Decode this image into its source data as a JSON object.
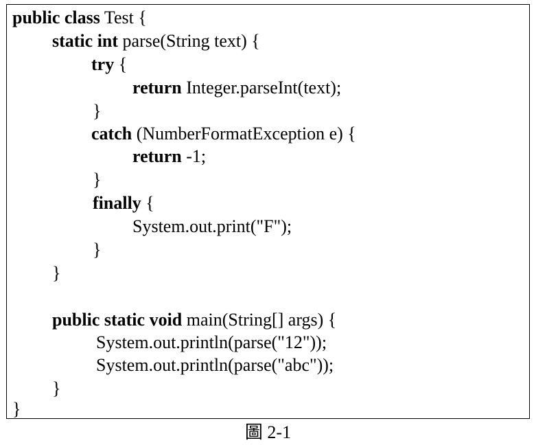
{
  "code_lines": [
    {
      "indent": 0,
      "kw": "public class",
      "rest": " Test {"
    },
    {
      "indent": 1,
      "kw": "static int",
      "rest": " parse(String text) {"
    },
    {
      "indent": 2,
      "kw": "try",
      "rest": " {"
    },
    {
      "indent": 3,
      "kw": "return",
      "rest": " Integer.parseInt(text);"
    },
    {
      "indent": 2,
      "kw": "",
      "rest": "}"
    },
    {
      "indent": 2,
      "kw": "catch",
      "rest": " (NumberFormatException e) {"
    },
    {
      "indent": 3,
      "kw": "return",
      "rest": " -1;"
    },
    {
      "indent": 2,
      "kw": "",
      "rest": "}"
    },
    {
      "indent": 2,
      "kw": "finally",
      "rest": " {"
    },
    {
      "indent": 3,
      "kw": "",
      "rest": "System.out.print(\"F\");"
    },
    {
      "indent": 2,
      "kw": "",
      "rest": "}"
    },
    {
      "indent": 1,
      "kw": "",
      "rest": "}"
    },
    {
      "indent": 1,
      "kw": "",
      "rest": ""
    },
    {
      "indent": 1,
      "kw": "public static void",
      "rest": " main(String[] args) {"
    },
    {
      "indent": 2,
      "kw": "",
      "rest": "System.out.println(parse(\"12\"));"
    },
    {
      "indent": 2,
      "kw": "",
      "rest": "System.out.println(parse(\"abc\"));"
    },
    {
      "indent": 1,
      "kw": "",
      "rest": "}"
    },
    {
      "indent": 0,
      "kw": "",
      "rest": "}"
    }
  ],
  "caption": "圖 2-1"
}
